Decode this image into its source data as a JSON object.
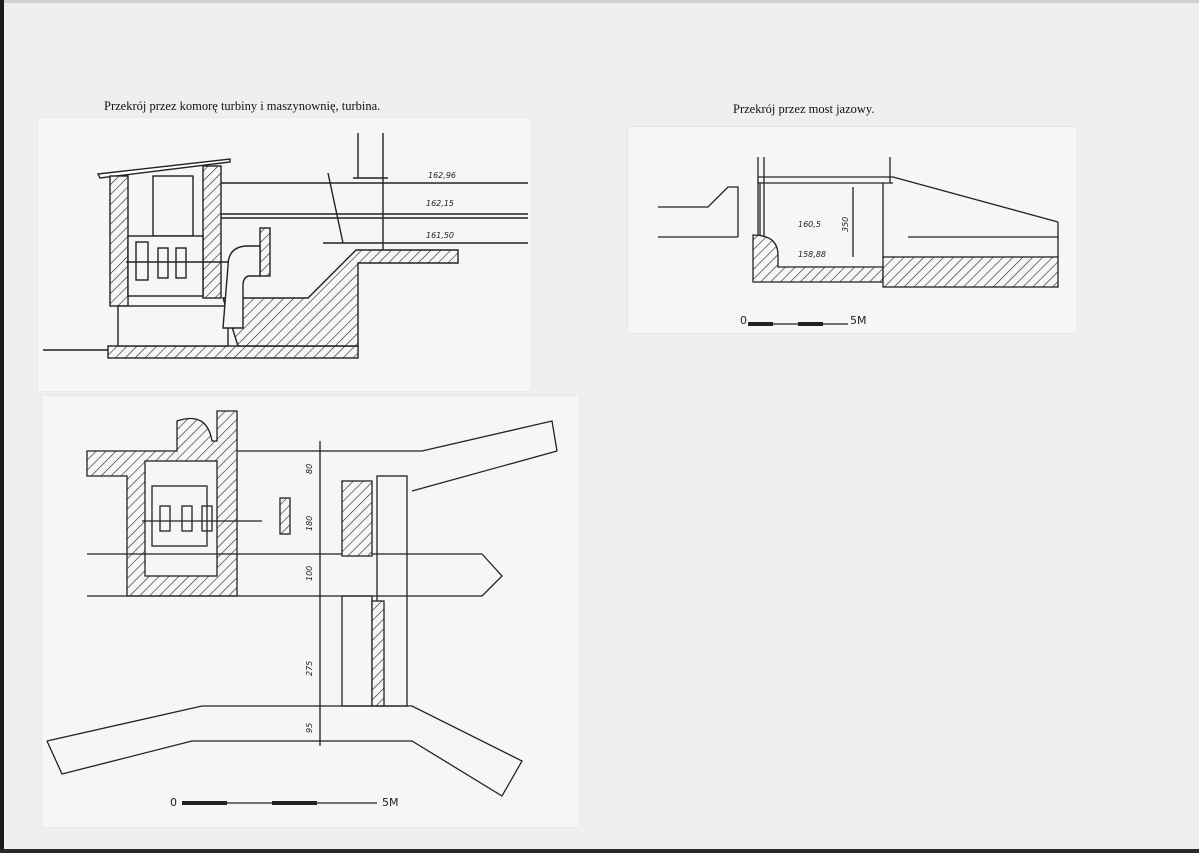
{
  "titles": {
    "turbine": "Przekrój przez komorę turbiny i maszynownię, turbina.",
    "weir": "Przekrój przez most jazowy."
  },
  "turbine_section": {
    "levels": [
      "162,96",
      "162,15",
      "161,50"
    ]
  },
  "weir_section": {
    "levels": [
      "160,5",
      "158,88"
    ],
    "height": "350",
    "scale": {
      "start": "0",
      "end": "5M"
    }
  },
  "plan": {
    "dims": [
      "80",
      "180",
      "100",
      "275",
      "95"
    ],
    "scale": {
      "start": "0",
      "end": "5M"
    }
  }
}
